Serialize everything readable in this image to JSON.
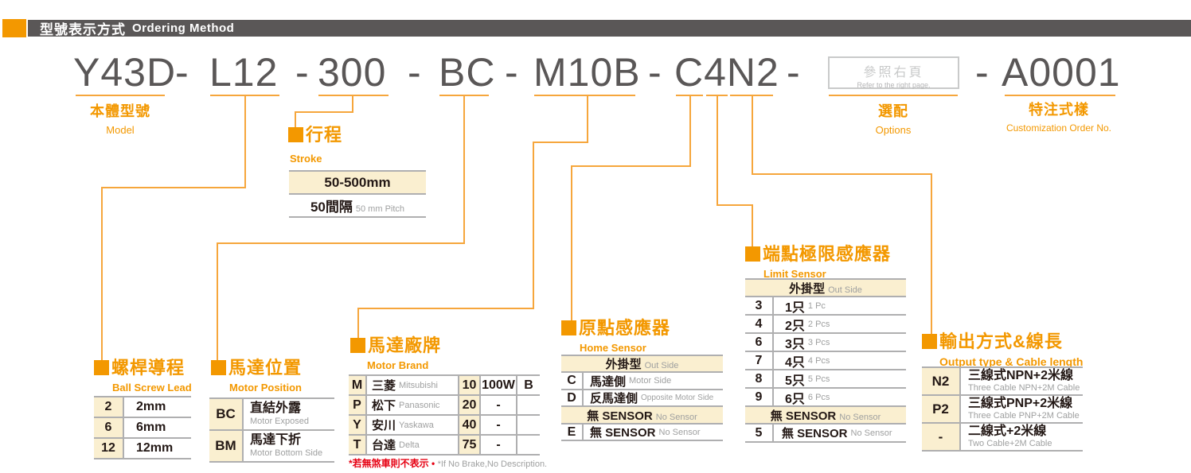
{
  "header": {
    "title_zh": "型號表示方式",
    "title_en": "Ordering Method"
  },
  "model": {
    "dash": "-",
    "segments": {
      "model": "Y43D",
      "lead": "L12",
      "stroke": "300",
      "motor_position": "BC",
      "motor_brand": "M10B",
      "sensors": "C4N2",
      "custom": "A0001"
    },
    "options_box": {
      "zh": "參照右頁",
      "en": "Refer to the right page."
    },
    "labels": {
      "model_zh": "本體型號",
      "model_en": "Model",
      "options_zh": "選配",
      "options_en": "Options",
      "custom_zh": "特注式樣",
      "custom_en": "Customization Order No."
    }
  },
  "sections": {
    "stroke": {
      "title_zh": "行程",
      "title_en": "Stroke",
      "range": "50-500mm",
      "pitch_zh": "50間隔",
      "pitch_en": "50 mm Pitch"
    },
    "ball_screw_lead": {
      "title_zh": "螺桿導程",
      "title_en": "Ball Screw Lead",
      "rows": [
        {
          "code": "2",
          "value": "2mm"
        },
        {
          "code": "6",
          "value": "6mm"
        },
        {
          "code": "12",
          "value": "12mm"
        }
      ]
    },
    "motor_position": {
      "title_zh": "馬達位置",
      "title_en": "Motor Position",
      "rows": [
        {
          "code": "BC",
          "zh": "直結外露",
          "en": "Motor Exposed"
        },
        {
          "code": "BM",
          "zh": "馬達下折",
          "en": "Motor Bottom Side"
        }
      ]
    },
    "motor_brand": {
      "title_zh": "馬達廠牌",
      "title_en": "Motor Brand",
      "rows": [
        {
          "code": "M",
          "zh": "三菱",
          "en": "Mitsubishi",
          "wcode": "10",
          "watt": "100W",
          "brake": "B"
        },
        {
          "code": "P",
          "zh": "松下",
          "en": "Panasonic",
          "wcode": "20",
          "watt": "-",
          "brake": ""
        },
        {
          "code": "Y",
          "zh": "安川",
          "en": "Yaskawa",
          "wcode": "40",
          "watt": "-",
          "brake": ""
        },
        {
          "code": "T",
          "zh": "台達",
          "en": "Delta",
          "wcode": "75",
          "watt": "-",
          "brake": ""
        }
      ],
      "note_red": "*若無煞車則不表示",
      "note_bullet": "•",
      "note_gray": "*If No Brake,No Description."
    },
    "home_sensor": {
      "title_zh": "原點感應器",
      "title_en": "Home Sensor",
      "header_zh": "外掛型",
      "header_en": "Out Side",
      "rows": [
        {
          "code": "C",
          "zh": "馬達側",
          "en": "Motor Side"
        },
        {
          "code": "D",
          "zh": "反馬達側",
          "en": "Opposite Motor Side"
        }
      ],
      "no_sensor_zh": "無 SENSOR",
      "no_sensor_en": "No Sensor",
      "e_row": {
        "code": "E",
        "zh": "無 SENSOR",
        "en": "No Sensor"
      }
    },
    "limit_sensor": {
      "title_zh": "端點極限感應器",
      "title_en": "Limit Sensor",
      "header_zh": "外掛型",
      "header_en": "Out Side",
      "rows": [
        {
          "code": "3",
          "zh": "1只",
          "en": "1 Pc"
        },
        {
          "code": "4",
          "zh": "2只",
          "en": "2 Pcs"
        },
        {
          "code": "6",
          "zh": "3只",
          "en": "3 Pcs"
        },
        {
          "code": "7",
          "zh": "4只",
          "en": "4 Pcs"
        },
        {
          "code": "8",
          "zh": "5只",
          "en": "5 Pcs"
        },
        {
          "code": "9",
          "zh": "6只",
          "en": "6 Pcs"
        }
      ],
      "no_sensor_zh": "無 SENSOR",
      "no_sensor_en": "No Sensor",
      "last_row": {
        "code": "5",
        "zh": "無 SENSOR",
        "en": "No Sensor"
      }
    },
    "output": {
      "title_zh": "輸出方式&線長",
      "title_en": "Output type & Cable length",
      "rows": [
        {
          "code": "N2",
          "zh": "三線式NPN+2米線",
          "en": "Three Cable NPN+2M Cable"
        },
        {
          "code": "P2",
          "zh": "三線式PNP+2米線",
          "en": "Three Cable PNP+2M Cable"
        },
        {
          "code": "-",
          "zh": "二線式+2米線",
          "en": "Two Cable+2M Cable"
        }
      ]
    }
  },
  "colors": {
    "orange": "#F39800",
    "bar_gray": "#5A5757",
    "cream": "#FAEFD0",
    "text_dark": "#231815",
    "text_gray": "#9FA0A0",
    "red": "#E60012"
  }
}
